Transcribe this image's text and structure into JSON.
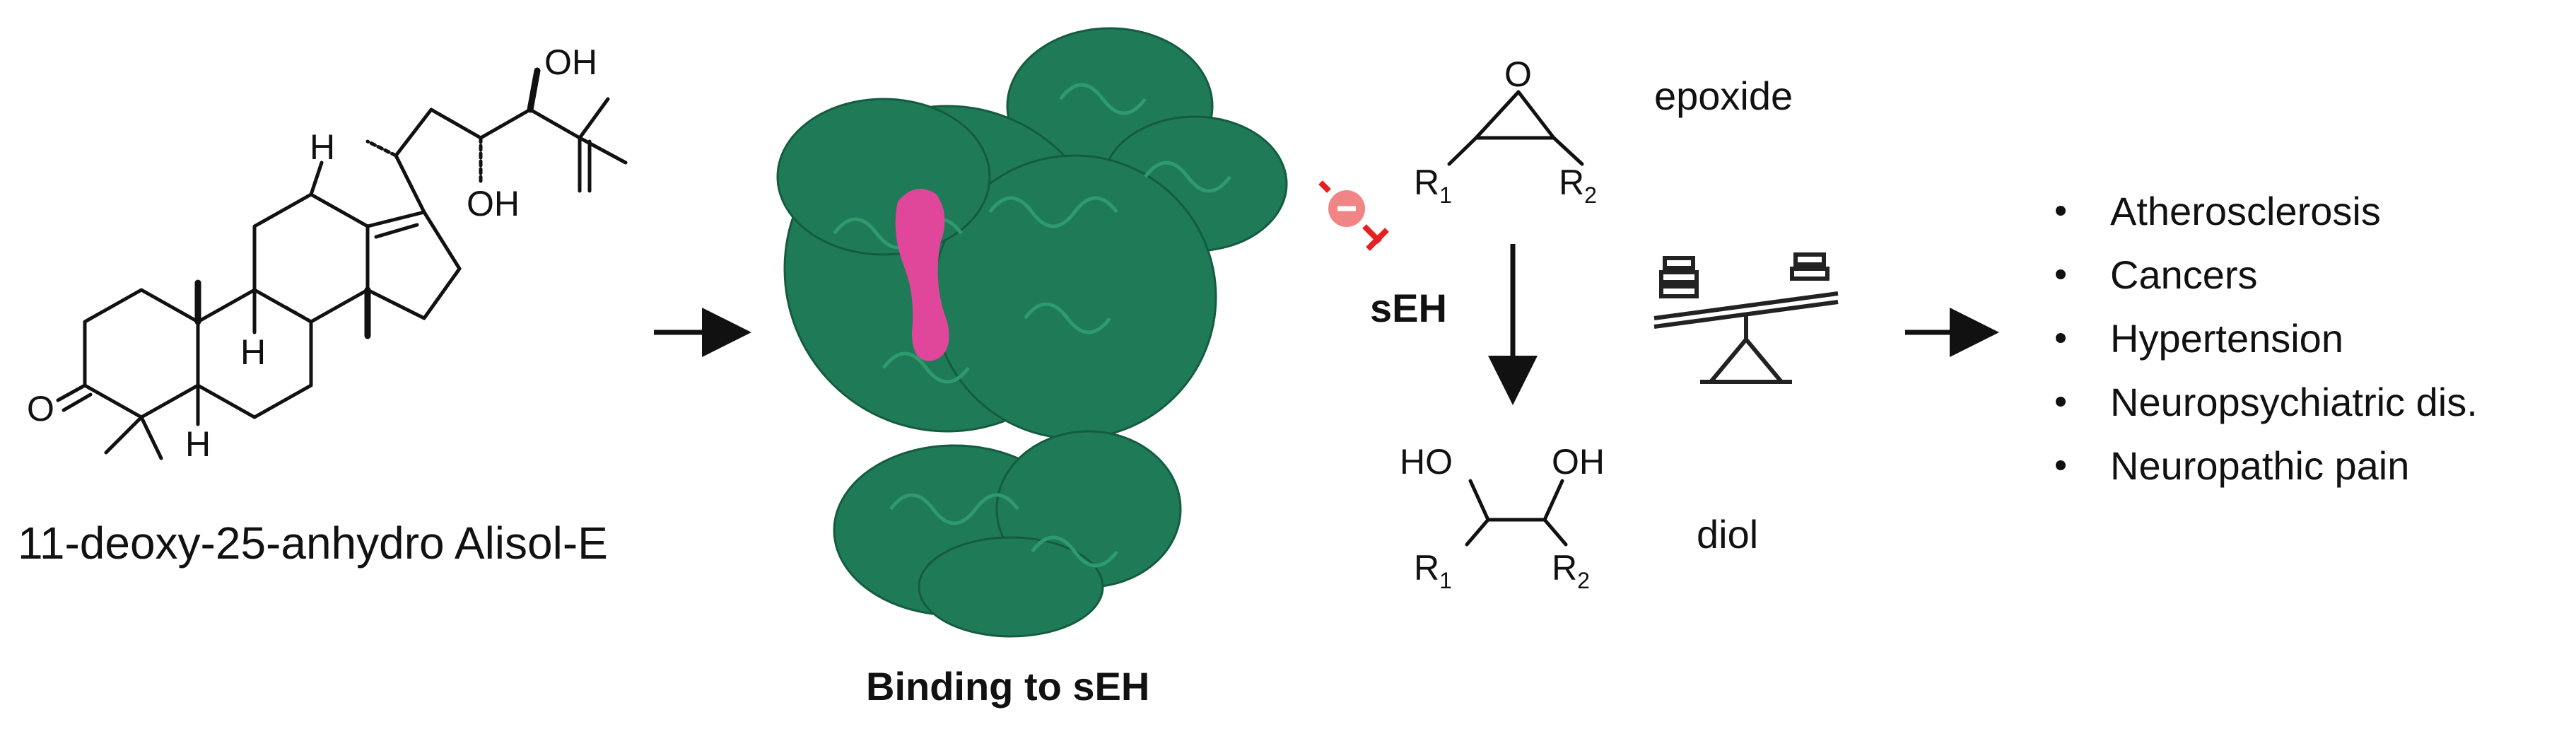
{
  "compound": {
    "name": "11-deoxy-25-anhydro Alisol-E",
    "atoms": {
      "O_ketone": "O",
      "OH_top": "OH",
      "OH_mid": "OH",
      "H_top": "H",
      "H_mid": "H",
      "H_low": "H"
    }
  },
  "protein": {
    "caption": "Binding to sEH",
    "ribbon_color": "#1f7a57",
    "ligand_color": "#e0479a"
  },
  "inhibition": {
    "label": "sEH",
    "symbol_color": "#e62020"
  },
  "reaction": {
    "epoxide_label": "epoxide",
    "diol_label": "diol",
    "epoxide_O": "O",
    "R1": "R",
    "R1_sub": "1",
    "R2": "R",
    "R2_sub": "2",
    "HO": "HO",
    "OH": "OH"
  },
  "balance_icon": "balance-scale-icon",
  "diseases": [
    "Atherosclerosis",
    "Cancers",
    "Hypertension",
    "Neuropsychiatric dis.",
    "Neuropathic pain"
  ]
}
